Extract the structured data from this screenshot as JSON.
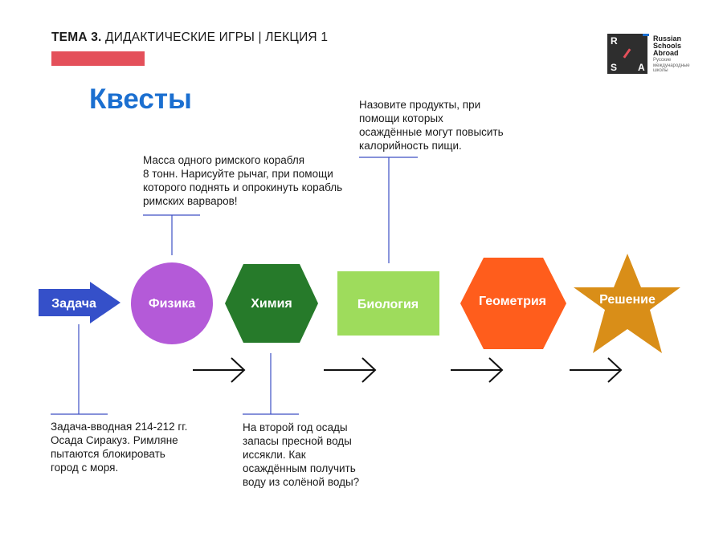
{
  "header": {
    "title_bold": "ТЕМА 3.",
    "title_rest": " ДИДАКТИЧЕСКИЕ ИГРЫ | ЛЕКЦИЯ 1"
  },
  "page_title": "Квесты",
  "logo": {
    "letters": [
      "R",
      "S",
      "A"
    ],
    "name": "Russian\nSchools\nAbroad",
    "subtitle": "Русские\nмеждународные\nшколы"
  },
  "flow": {
    "task": "Задача",
    "physics": "Физика",
    "chemistry": "Химия",
    "biology": "Биология",
    "geometry": "Геометрия",
    "solution": "Решение"
  },
  "notes": {
    "physics": "Масса одного римского корабля\n 8 тонн. Нарисуйте рычаг, при помощи\nкоторого поднять и опрокинуть  корабль\nримских варваров!",
    "biology": "Назовите продукты,  при\nпомощи которых\nосаждённые могут повысить\nкалорийность пищи.",
    "task": "Задача-вводная 214-212 гг.\nОсада Сиракуз. Римляне\nпытаются блокировать\nгород с моря.",
    "chemistry": "На второй год осады\nзапасы пресной  воды\nиссякли. Как\nосаждённым получить\nводу из солёной воды?"
  },
  "colors": {
    "accent_bar": "#e4505a",
    "title_blue": "#1b6fd0",
    "connector": "#3d4fc4",
    "task_arrow": "#3550c9",
    "physics": "#b45ad8",
    "chemistry": "#267a2a",
    "biology": "#9edc5c",
    "geometry": "#ff5d1c",
    "solution": "#d98e18",
    "logo_red": "#e4505a",
    "logo_blue": "#1b6fd0"
  }
}
